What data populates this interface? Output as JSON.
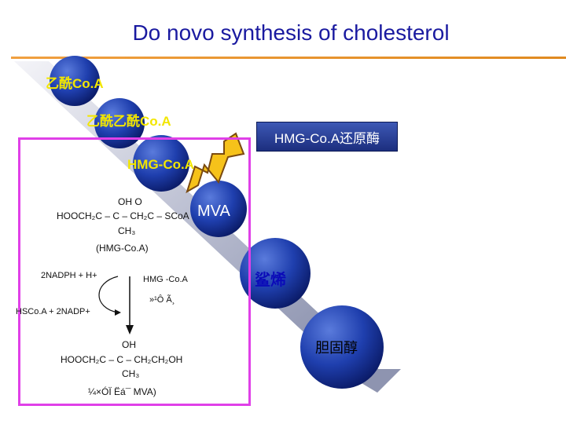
{
  "title": "Do novo synthesis of cholesterol",
  "enzyme_label": "HMG-Co.A还原酶",
  "steps": [
    {
      "label": "乙酰Co.A"
    },
    {
      "label": "乙酰乙酰Co.A"
    },
    {
      "label": "HMG-Co.A"
    },
    {
      "label": "MVA"
    },
    {
      "label": "鲨烯"
    },
    {
      "label": "胆固醇"
    }
  ],
  "reaction": {
    "hmg_line1": "OH        O",
    "hmg_formula": "HOOCH₂C – C – CH₂C – SCoA",
    "hmg_line3": "CH₃",
    "hmg_name": "(HMG-Co.A)",
    "cofactor_in": "2NADPH + H+",
    "cofactor_out": "HSCo.A + 2NADP+",
    "enzyme": "HMG -Co.A",
    "enzyme_garbled": "»¹Ô Ã¸",
    "mva_line1": "OH",
    "mva_formula": "HOOCH₂C – C – CH₂CH₂OH",
    "mva_line3": "CH₃",
    "mva_name": "¼×ÓÏ Ëá¯ MVA)"
  }
}
